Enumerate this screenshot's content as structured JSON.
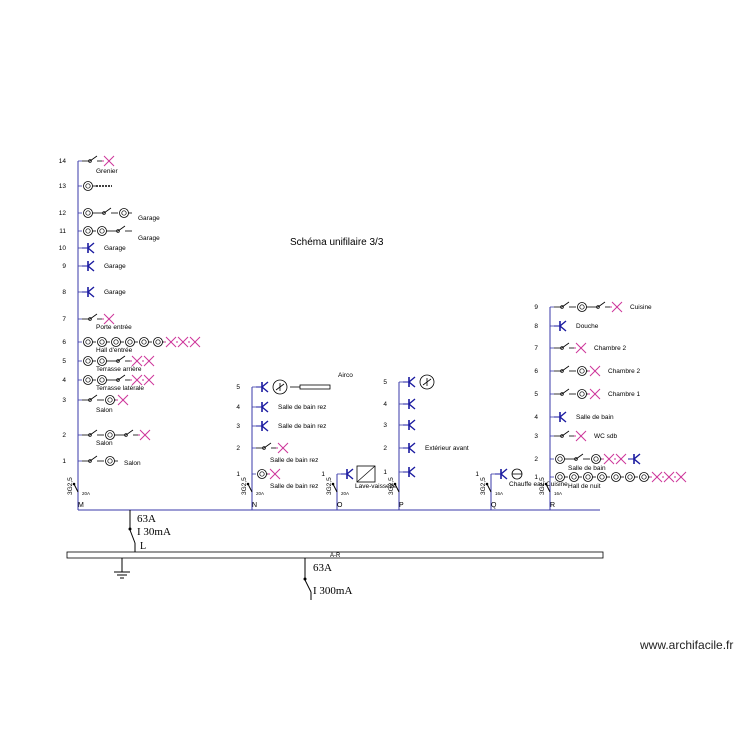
{
  "title": "Schéma unifilaire 3/3",
  "watermark": "www.archifacile.fr",
  "colors": {
    "line": "#3a3aa8",
    "switch": "#1a1aa0",
    "lamp": "#cc3399",
    "black": "#000000"
  },
  "main_breaker": {
    "rating": "63A",
    "differential": "I 30mA",
    "phase_label": "L"
  },
  "busbar": {
    "label": "A-R"
  },
  "general_breaker": {
    "rating": "63A",
    "differential": "I 300mA"
  },
  "groups": [
    {
      "id": "M",
      "cable": "3G2,5",
      "breaker": "20A",
      "circuits": [
        {
          "n": "14",
          "label": "Grenier",
          "symbols": [
            "sw",
            "cross"
          ]
        },
        {
          "n": "13",
          "label": "",
          "symbols": [
            "sock",
            "plug"
          ]
        },
        {
          "n": "12",
          "label": "Garage",
          "symbols": [
            "sock",
            "sw",
            "sock"
          ]
        },
        {
          "n": "11",
          "label": "Garage",
          "symbols": [
            "sock",
            "sock",
            "sw"
          ]
        },
        {
          "n": "10",
          "label": "Garage",
          "symbols": [
            "push"
          ]
        },
        {
          "n": "9",
          "label": "Garage",
          "symbols": [
            "push"
          ]
        },
        {
          "n": "8",
          "label": "Garage",
          "symbols": [
            "push"
          ]
        },
        {
          "n": "7",
          "label": "Porte entrée",
          "symbols": [
            "sw",
            "cross"
          ]
        },
        {
          "n": "6",
          "label": "Hall d'entrée",
          "symbols": [
            "sock",
            "sock",
            "sock",
            "sock",
            "sock",
            "sock",
            "cross",
            "cross",
            "cross"
          ]
        },
        {
          "n": "5",
          "label": "Terrasse arrière",
          "symbols": [
            "sock",
            "sock",
            "sw",
            "cross",
            "cross"
          ]
        },
        {
          "n": "4",
          "label": "Terrasse latérale",
          "symbols": [
            "sock",
            "sock",
            "sw",
            "cross",
            "cross"
          ]
        },
        {
          "n": "3",
          "label": "Salon",
          "symbols": [
            "sw",
            "sock",
            "cross"
          ]
        },
        {
          "n": "2",
          "label": "Salon",
          "symbols": [
            "sw",
            "sock",
            "sw",
            "cross"
          ]
        },
        {
          "n": "1",
          "label": "Salon",
          "symbols": [
            "sw",
            "sock"
          ]
        }
      ]
    },
    {
      "id": "N",
      "cable": "3G2,5",
      "breaker": "20A",
      "circuits": [
        {
          "n": "5",
          "label": "Airco",
          "symbols": [
            "push",
            "fan",
            "unit"
          ]
        },
        {
          "n": "4",
          "label": "Salle de bain rez",
          "symbols": [
            "push"
          ]
        },
        {
          "n": "3",
          "label": "Salle de bain rez",
          "symbols": [
            "push"
          ]
        },
        {
          "n": "2",
          "label": "Salle de bain rez",
          "symbols": [
            "sw",
            "cross"
          ]
        },
        {
          "n": "1",
          "label": "Salle de bain rez",
          "symbols": [
            "sock",
            "cross"
          ]
        }
      ]
    },
    {
      "id": "O",
      "cable": "3G2,5",
      "breaker": "20A",
      "circuits": [
        {
          "n": "1",
          "label": "Lave-vaisselle",
          "symbols": [
            "push",
            "box"
          ]
        }
      ]
    },
    {
      "id": "P",
      "cable": "3G2,5",
      "breaker": "",
      "circuits": [
        {
          "n": "5",
          "label": "",
          "symbols": [
            "push",
            "fan"
          ]
        },
        {
          "n": "4",
          "label": "",
          "symbols": [
            "push"
          ]
        },
        {
          "n": "3",
          "label": "",
          "symbols": [
            "push"
          ]
        },
        {
          "n": "2",
          "label": "Extérieur avant",
          "symbols": [
            "push"
          ]
        },
        {
          "n": "1",
          "label": "",
          "symbols": [
            "push"
          ]
        }
      ]
    },
    {
      "id": "Q",
      "cable": "3G2,5",
      "breaker": "16A",
      "circuits": [
        {
          "n": "1",
          "label": "Chauffe eau Cuisine",
          "symbols": [
            "push",
            "heater"
          ]
        }
      ]
    },
    {
      "id": "R",
      "cable": "3G2,5",
      "breaker": "16A",
      "circuits": [
        {
          "n": "9",
          "label": "Cuisine",
          "symbols": [
            "sw",
            "sock",
            "sw",
            "cross"
          ]
        },
        {
          "n": "8",
          "label": "Douche",
          "symbols": [
            "push"
          ]
        },
        {
          "n": "7",
          "label": "Chambre 2",
          "symbols": [
            "sw",
            "cross"
          ]
        },
        {
          "n": "6",
          "label": "Chambre 2",
          "symbols": [
            "sw",
            "sock",
            "cross"
          ]
        },
        {
          "n": "5",
          "label": "Chambre 1",
          "symbols": [
            "sw",
            "sock",
            "cross"
          ]
        },
        {
          "n": "4",
          "label": "Salle de bain",
          "symbols": [
            "push"
          ]
        },
        {
          "n": "3",
          "label": "WC sdb",
          "symbols": [
            "sw",
            "cross"
          ]
        },
        {
          "n": "2",
          "label": "Salle de bain",
          "symbols": [
            "sock",
            "sw",
            "sock",
            "cross",
            "cross",
            "push"
          ]
        },
        {
          "n": "1",
          "label": "Hall de nuit",
          "symbols": [
            "sock",
            "sock",
            "sock",
            "sock",
            "sock",
            "sock",
            "sock",
            "cross",
            "cross",
            "cross"
          ]
        }
      ]
    }
  ]
}
